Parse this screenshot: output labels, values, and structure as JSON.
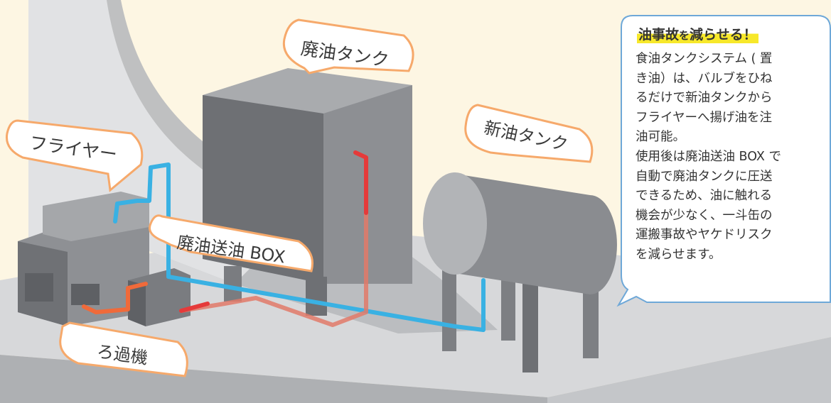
{
  "colors": {
    "background": "#fdf6e3",
    "callout_border": "#f6a96b",
    "pipe_blue": "#39b1e3",
    "pipe_red": "#e53a3a",
    "pipe_orange": "#f06a3a",
    "highlight": "#f7e82a"
  },
  "labels": {
    "fryer": "フライヤー",
    "waste_oil_tank": "廃油タンク",
    "new_oil_tank": "新油タンク",
    "waste_oil_box": "廃油送油 BOX",
    "filter": "ろ過機"
  },
  "info": {
    "title_part1": "油事故",
    "title_part2": "を",
    "title_part3": "減らせる！",
    "para1_lines": [
      "食油タンクシステム ( 置",
      "き油）は、バルブをひね",
      "るだけで新油タンクから",
      "フライヤーへ揚げ油を注",
      "油可能。"
    ],
    "para2_lines": [
      "使用後は廃油送油 BOX で",
      "自動で廃油タンクに圧送",
      "できるため、油に触れる",
      "機会が少なく、一斗缶の",
      "運搬事故やヤケドリスク",
      "を減らせます。"
    ]
  }
}
